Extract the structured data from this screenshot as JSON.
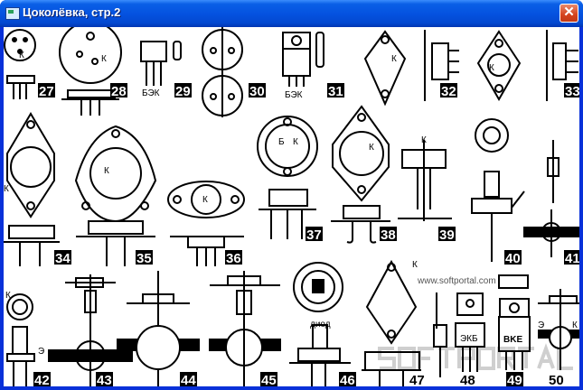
{
  "window": {
    "title": "Цоколёвка, стр.2",
    "close_icon": "close-icon"
  },
  "labels": {
    "n27": "27",
    "n28": "28",
    "n29": "29",
    "n30": "30",
    "n31": "31",
    "n32": "32",
    "n33": "33",
    "n34": "34",
    "n35": "35",
    "n36": "36",
    "n37": "37",
    "n38": "38",
    "n39": "39",
    "n40": "40",
    "n41": "41",
    "n42": "42",
    "n43": "43",
    "n44": "44",
    "n45": "45",
    "n46": "46",
    "n47": "47",
    "n48": "48",
    "n49": "49",
    "n50": "50"
  },
  "pins": {
    "b": "Б",
    "k": "К",
    "e": "Э",
    "bke": "БЭК",
    "ekb": "ЭКБ",
    "bke_lat": "BKE",
    "diode": "диод"
  },
  "watermark": {
    "text": "SOFTPORTAL",
    "url": "www.softportal.com"
  }
}
